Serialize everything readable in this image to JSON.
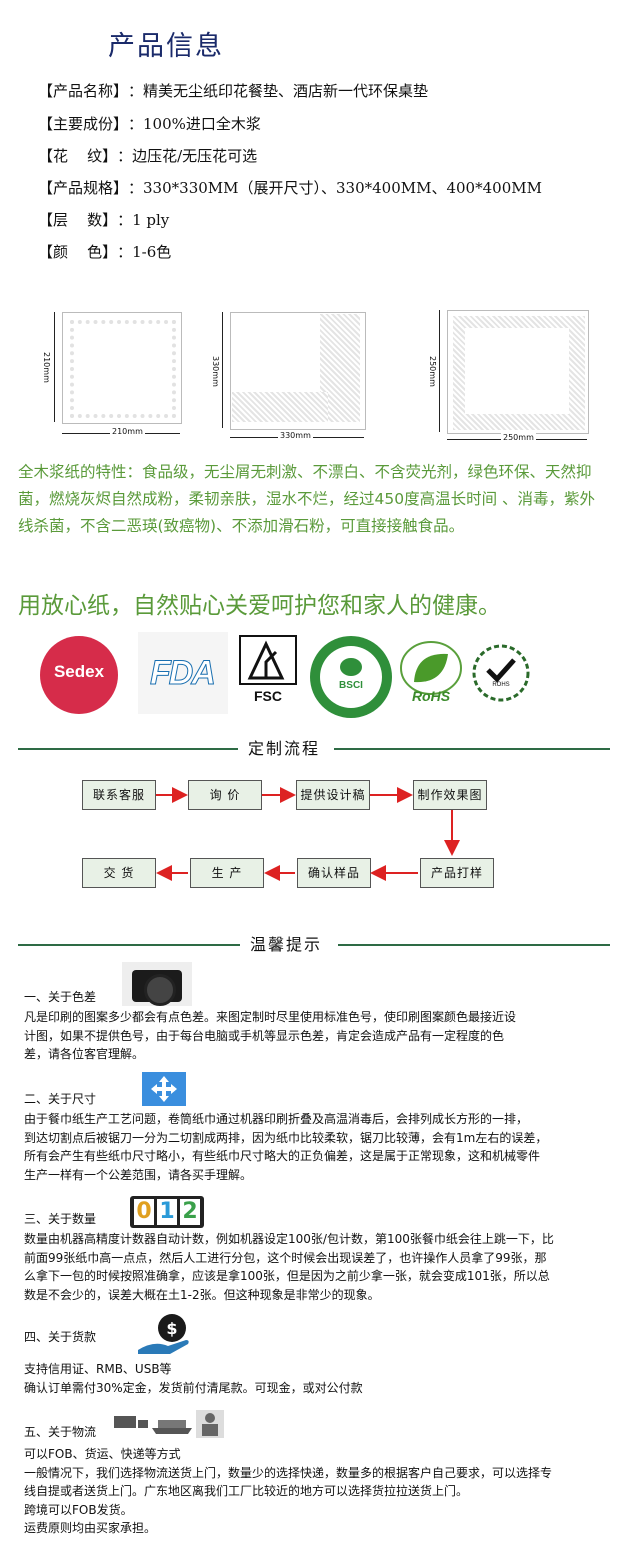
{
  "title": "产品信息",
  "specs": [
    {
      "label": "【产品名称】",
      "value": "：精美无尘纸印花餐垫、酒店新一代环保桌垫"
    },
    {
      "label": "【主要成份】",
      "value": "：100%进口全木浆"
    },
    {
      "label": "【花    纹】",
      "value": "：边压花/无压花可选"
    },
    {
      "label": "【产品规格】",
      "value": "：330*330MM（展开尺寸）、330*400MM、400*400MM"
    },
    {
      "label": "【层    数】",
      "value": "：1 ply"
    },
    {
      "label": "【颜    色】",
      "value": "：1-6色"
    }
  ],
  "diagrams": [
    {
      "w": "210mm",
      "h": "210mm"
    },
    {
      "w": "330mm",
      "h": "330mm"
    },
    {
      "w": "250mm",
      "h": "250mm"
    }
  ],
  "features": "全木浆纸的特性：食品级，无尘屑无刺激、不漂白、不含荧光剂，绿色环保、天然抑菌，燃烧灰烬自然成粉，柔韧亲肤，湿水不烂，经过450度高温长时间 、消毒，紫外线杀菌，不含二恶瑛(致癌物)、不添加滑石粉，可直接接触食品。",
  "slogan": "用放心纸，自然贴心关爱呵护您和家人的健康。",
  "certs": {
    "sedex": "Sedex",
    "fda": "FDA",
    "fsc": "FSC",
    "bsci": "BSCI",
    "rohs": "RoHS",
    "rohs2": "ROHS",
    "colors": {
      "sedex": "#d62c4a",
      "green": "#3a9a3a",
      "fda": "#1a6fb0"
    }
  },
  "process": {
    "heading": "定制流程",
    "steps": [
      "联系客服",
      "询    价",
      "提供设计稿",
      "制作效果图",
      "产品打样",
      "确认样品",
      "生    产",
      "交    货"
    ]
  },
  "tips": {
    "heading": "温馨提示",
    "items": [
      {
        "title": "一、关于色差",
        "icon": "camera-icon",
        "lines": [
          "凡是印刷的图案多少都会有点色差。来图定制时尽里使用标准色号，使印刷图案颜色最接近设",
          "计图，如果不提供色号，由于每台电脑或手机等显示色差，肯定会造成产品有一定程度的色",
          "差，请各位客官理解。"
        ]
      },
      {
        "title": "二、关于尺寸",
        "icon": "move-arrows-icon",
        "lines": [
          "由于餐巾纸生产工艺问题，卷筒纸巾通过机器印刷折叠及高温消毒后，会排列成长方形的一排，",
          "到达切割点后被锯刀一分为二切割成两排，因为纸巾比较柔软，锯刀比较薄，会有1m左右的误差，",
          "所有会产生有些纸巾尺寸略小，有些纸巾尺寸略大的正负偏差，这是属于正常现象，这和机械零件",
          "生产一样有一个公差范围，请各买手理解。"
        ]
      },
      {
        "title": "三、关于数量",
        "icon": "counter-icon",
        "counter": [
          "0",
          "1",
          "2"
        ],
        "lines": [
          "数量由机器高精度计数器自动计数，例如机器设定100张/包计数，第100张餐巾纸会往上跳一下，比",
          "前面99张纸巾高一点点，然后人工进行分包，这个时候会出现误差了，也许操作人员拿了99张，那",
          "么拿下一包的时候按照准确拿，应该是拿100张，但是因为之前少拿一张，就会变成101张，所以总",
          "数是不会少的，误差大概在土1-2张。但这种现象是非常少的现象。"
        ]
      },
      {
        "title": "四、关于货款",
        "icon": "payment-icon",
        "lines": [
          "支持信用证、RMB、USB等",
          "确认订单需付30%定金，发货前付清尾款。可现金，或对公付款"
        ]
      },
      {
        "title": "五、关于物流",
        "icon": "logistics-icon",
        "lines": [
          "可以FOB、货运、快递等方式",
          "一般情况下，我们选择物流送货上门，数量少的选择快递，数量多的根据客户自己要求，可以选择专",
          "线自提或者送货上门。广东地区离我们工厂比较近的地方可以选择货拉拉送货上门。",
          "跨境可以FOB发货。",
          "运费原则均由买家承担。"
        ]
      }
    ]
  }
}
